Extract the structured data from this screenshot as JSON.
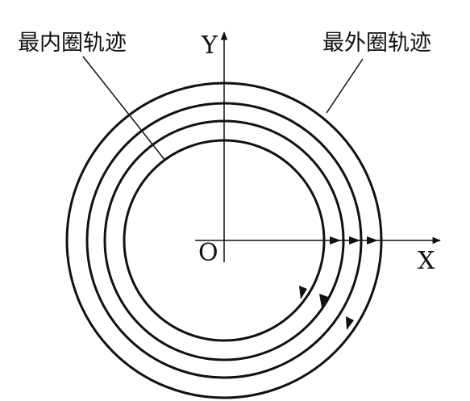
{
  "labels": {
    "inner_track": "最内圈轨迹",
    "outer_track": "最外圈轨迹",
    "y_axis": "Y",
    "x_axis": "X",
    "origin": "O"
  },
  "colors": {
    "line": "#111111",
    "background": "#ffffff"
  }
}
